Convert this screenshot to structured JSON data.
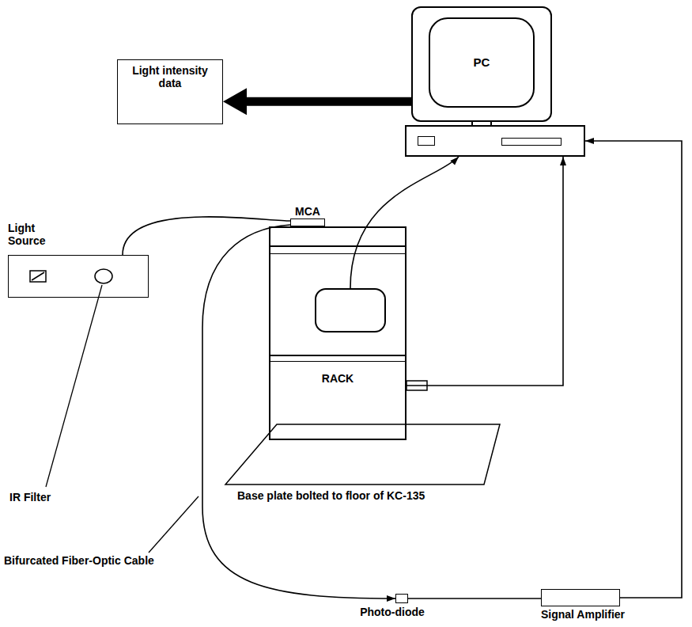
{
  "diagram": {
    "nodes": [
      {
        "text": [
          "Light intensity data"
        ]
      },
      {
        "text": [
          "PC"
        ]
      },
      {
        "text": [
          "Light Source"
        ]
      },
      {
        "text": [
          "MCA"
        ]
      },
      {
        "text": [
          "RACK"
        ]
      },
      {
        "text": [
          "Photo-diode"
        ]
      },
      {
        "text": [
          "Signal Amplifier"
        ]
      }
    ],
    "edges": [
      {
        "from": 1,
        "to": 0,
        "arrow": "to"
      },
      {
        "from": 2,
        "to": 3,
        "arrow": "none"
      },
      {
        "from": 3,
        "to": 5,
        "arrow": "to"
      },
      {
        "from": 5,
        "to": 6,
        "arrow": "none"
      },
      {
        "from": 6,
        "to": 1,
        "arrow": "to"
      },
      {
        "from": 4,
        "to": 1,
        "arrow": "to"
      },
      {
        "from": 4,
        "to": 1,
        "arrow": "to"
      }
    ],
    "labels": [
      "IR Filter",
      "Base plate bolted to floor of KC-135",
      "Bifurcated Fiber-Optic Cable"
    ]
  }
}
